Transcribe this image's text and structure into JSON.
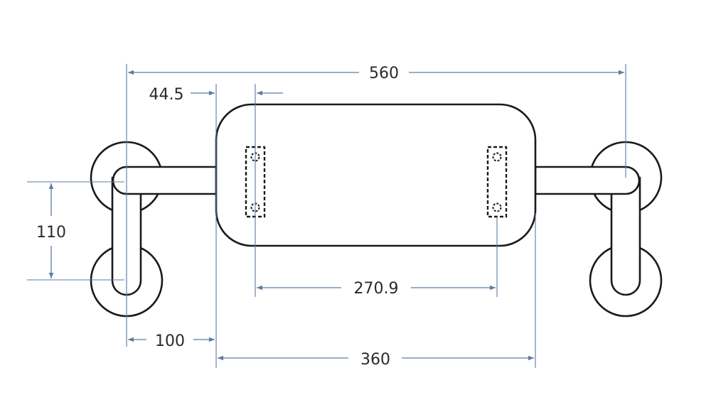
{
  "colors": {
    "outline": "#1a1a1a",
    "dimension": "#5b7ba3",
    "text": "#2a2a2a",
    "background": "#ffffff"
  },
  "dimensions": {
    "overall_width": "560",
    "offset": "44.5",
    "height": "110",
    "hole_spacing": "270.9",
    "projection": "100",
    "pad_width": "360"
  }
}
